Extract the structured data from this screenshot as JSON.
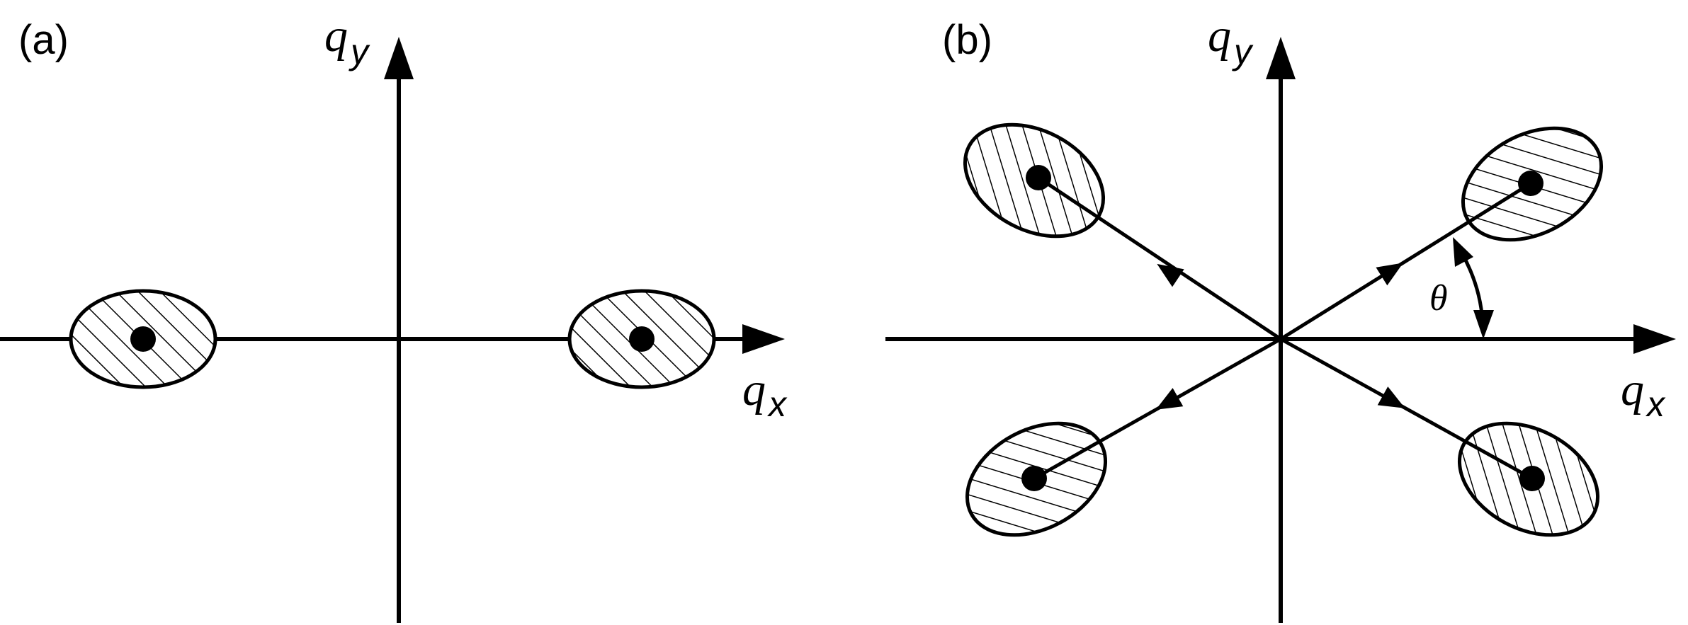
{
  "panel_a": {
    "label": "(a)",
    "x_axis": {
      "symbol": "q",
      "subscript": "x"
    },
    "y_axis": {
      "symbol": "q",
      "subscript": "y"
    }
  },
  "panel_b": {
    "label": "(b)",
    "x_axis": {
      "symbol": "q",
      "subscript": "x"
    },
    "y_axis": {
      "symbol": "q",
      "subscript": "y"
    },
    "angle_label": "θ"
  }
}
